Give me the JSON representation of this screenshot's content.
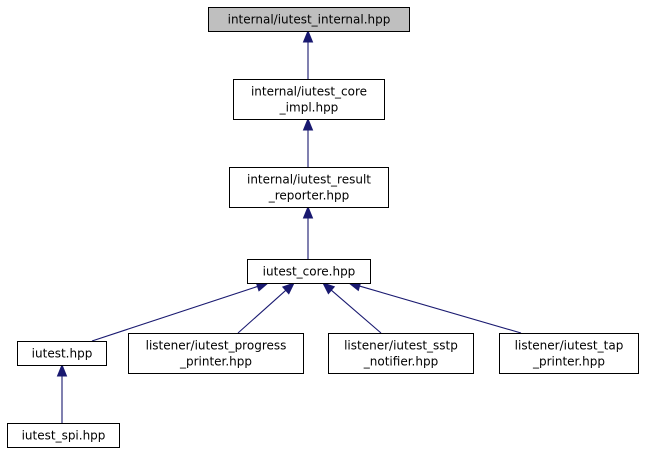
{
  "diagram": {
    "nodes": [
      {
        "id": "internal",
        "lines": [
          "internal/iutest_internal.hpp"
        ],
        "highlight": true
      },
      {
        "id": "core_impl",
        "lines": [
          "internal/iutest_core",
          "_impl.hpp"
        ],
        "highlight": false
      },
      {
        "id": "result_reporter",
        "lines": [
          "internal/iutest_result",
          "_reporter.hpp"
        ],
        "highlight": false
      },
      {
        "id": "core",
        "lines": [
          "iutest_core.hpp"
        ],
        "highlight": false
      },
      {
        "id": "iutest",
        "lines": [
          "iutest.hpp"
        ],
        "highlight": false
      },
      {
        "id": "progress",
        "lines": [
          "listener/iutest_progress",
          "_printer.hpp"
        ],
        "highlight": false
      },
      {
        "id": "sstp",
        "lines": [
          "listener/iutest_sstp",
          "_notifier.hpp"
        ],
        "highlight": false
      },
      {
        "id": "tap",
        "lines": [
          "listener/iutest_tap",
          "_printer.hpp"
        ],
        "highlight": false
      },
      {
        "id": "spi",
        "lines": [
          "iutest_spi.hpp"
        ],
        "highlight": false
      }
    ],
    "edges": [
      {
        "from": "core_impl",
        "to": "internal"
      },
      {
        "from": "result_reporter",
        "to": "core_impl"
      },
      {
        "from": "core",
        "to": "result_reporter"
      },
      {
        "from": "iutest",
        "to": "core"
      },
      {
        "from": "progress",
        "to": "core"
      },
      {
        "from": "sstp",
        "to": "core"
      },
      {
        "from": "tap",
        "to": "core"
      },
      {
        "from": "spi",
        "to": "iutest"
      }
    ],
    "colors": {
      "edge": "#191970",
      "root_fill": "#bfbfbf",
      "node_fill": "#ffffff",
      "border": "#000000"
    }
  }
}
